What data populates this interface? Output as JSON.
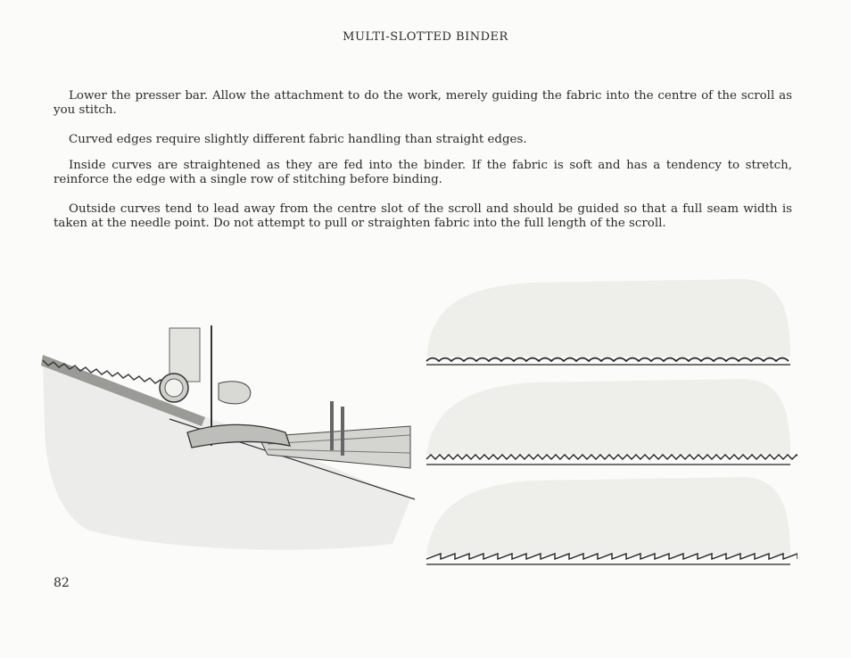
{
  "header": {
    "title": "MULTI-SLOTTED BINDER"
  },
  "body": {
    "paragraphs": [
      "Lower the presser bar. Allow the attachment to do the work, merely guiding the fabric into the centre of the scroll as you stitch.",
      "Curved edges require slightly different fabric handling than straight edges.",
      "Inside curves are straightened as they are fed into the binder. If the fabric is soft and has a tendency to stretch, reinforce the edge with a single row of stitching before binding.",
      "Outside curves tend to lead away from the centre slot of the scroll and should be guided so that a full seam width is taken at the needle point. Do not attempt to pull or straighten fabric into the full length of the scroll."
    ]
  },
  "figures": {
    "binder_illustration": "sewing-machine-binder-attachment",
    "samples": [
      "scalloped-stitch-sample",
      "zigzag-stitch-sample",
      "slant-stitch-sample"
    ]
  },
  "footer": {
    "page_number": "82"
  },
  "colors": {
    "ink": "#2a2a2a",
    "shade": "#e9e9e6",
    "paper": "#fbfbf9"
  }
}
